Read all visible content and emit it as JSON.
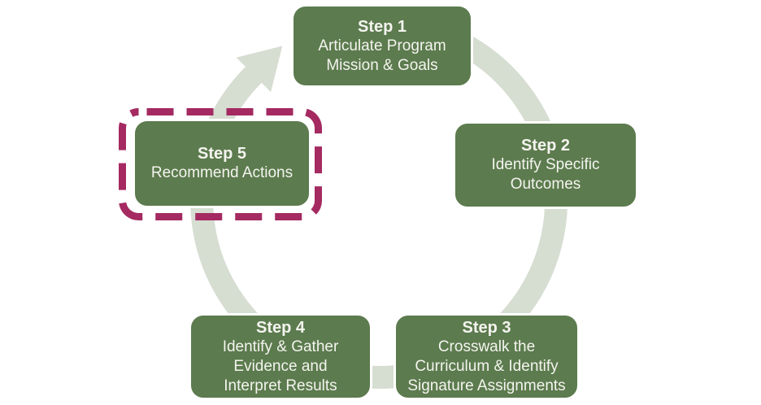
{
  "diagram": {
    "kind": "assessment-cycle",
    "direction": "clockwise",
    "step_count": 5
  },
  "steps": [
    {
      "id": 1,
      "title": "Step 1",
      "description": "Articulate Program\nMission & Goals",
      "highlighted": false
    },
    {
      "id": 2,
      "title": "Step 2",
      "description": "Identify Specific\nOutcomes",
      "highlighted": false
    },
    {
      "id": 3,
      "title": "Step 3",
      "description": "Crosswalk the\nCurriculum & Identify\nSignature Assignments",
      "highlighted": false
    },
    {
      "id": 4,
      "title": "Step 4",
      "description": "Identify & Gather\nEvidence and\nInterpret Results",
      "highlighted": false
    },
    {
      "id": 5,
      "title": "Step 5",
      "description": "Recommend Actions",
      "highlighted": true
    }
  ],
  "colors": {
    "box_green": "#5c7b4e",
    "box_border": "#ffffff",
    "ring": "#d6ddd1",
    "highlight_magenta": "#a42a61",
    "text": "#f4f4ef",
    "background": "#ffffff"
  }
}
